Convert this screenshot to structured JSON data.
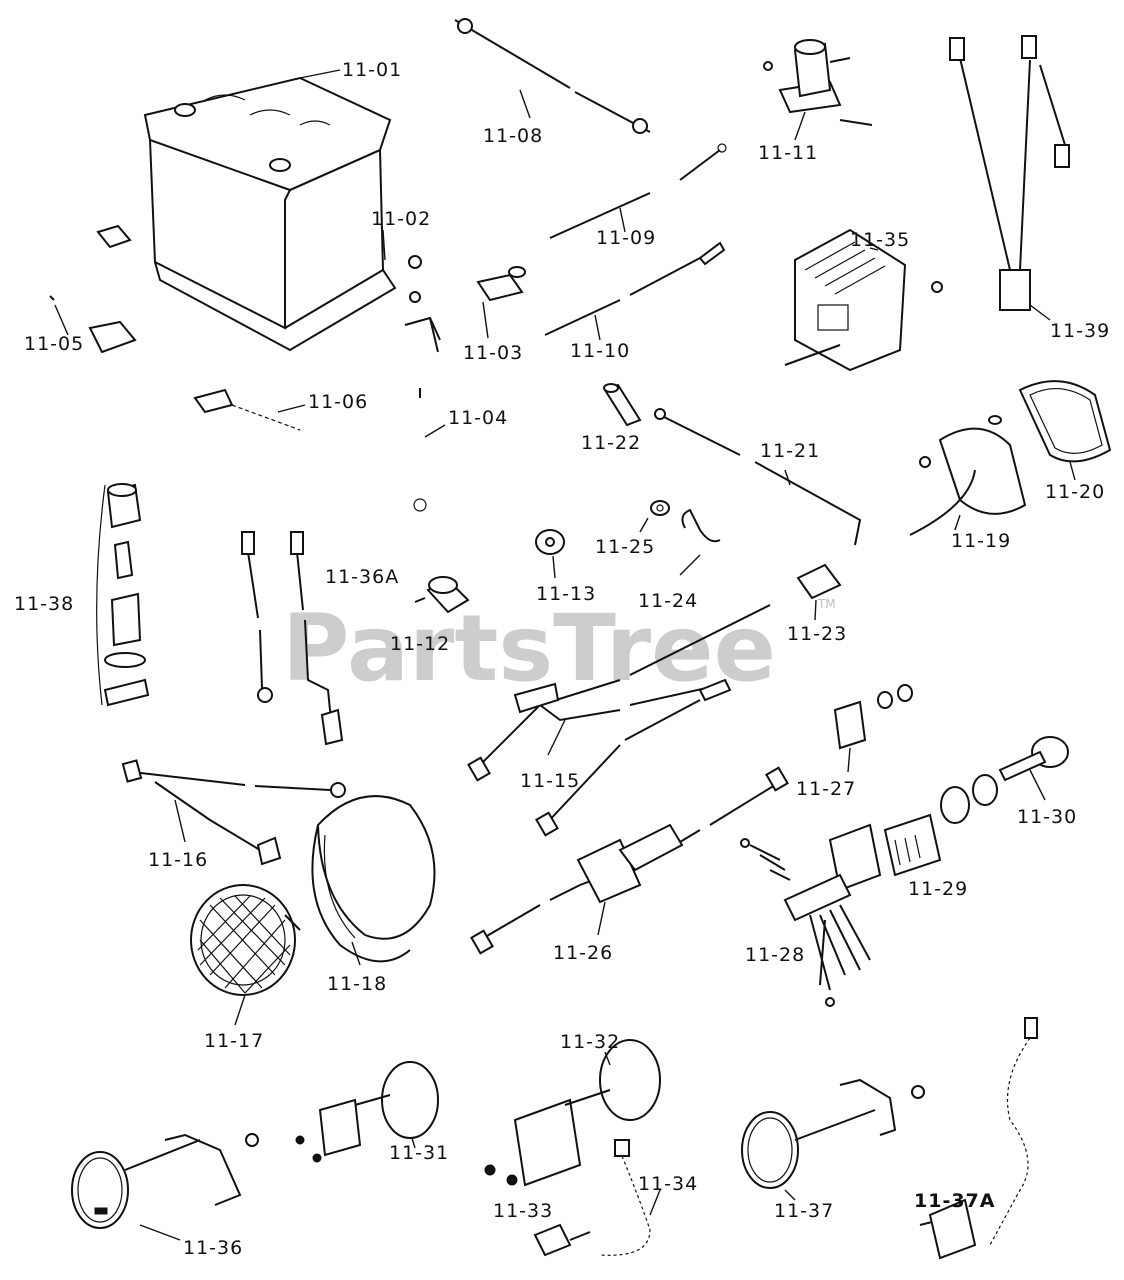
{
  "watermark": {
    "text": "PartsTree",
    "tm": "TM"
  },
  "labels": {
    "l1101": "11-01",
    "l1102": "11-02",
    "l1103": "11-03",
    "l1104": "11-04",
    "l1105": "11-05",
    "l1106": "11-06",
    "l1108": "11-08",
    "l1109": "11-09",
    "l1110": "11-10",
    "l1111": "11-11",
    "l1112": "11-12",
    "l1113": "11-13",
    "l1115": "11-15",
    "l1116": "11-16",
    "l1117": "11-17",
    "l1118": "11-18",
    "l1119": "11-19",
    "l1120": "11-20",
    "l1121": "11-21",
    "l1122": "11-22",
    "l1123": "11-23",
    "l1124": "11-24",
    "l1125": "11-25",
    "l1126": "11-26",
    "l1127": "11-27",
    "l1128": "11-28",
    "l1129": "11-29",
    "l1130": "11-30",
    "l1131": "11-31",
    "l1132": "11-32",
    "l1133": "11-33",
    "l1134": "11-34",
    "l1135": "11-35",
    "l1136": "11-36",
    "l1136A": "11-36A",
    "l1137": "11-37",
    "l1137A": "11-37A",
    "l1138": "11-38",
    "l1139": "11-39"
  }
}
